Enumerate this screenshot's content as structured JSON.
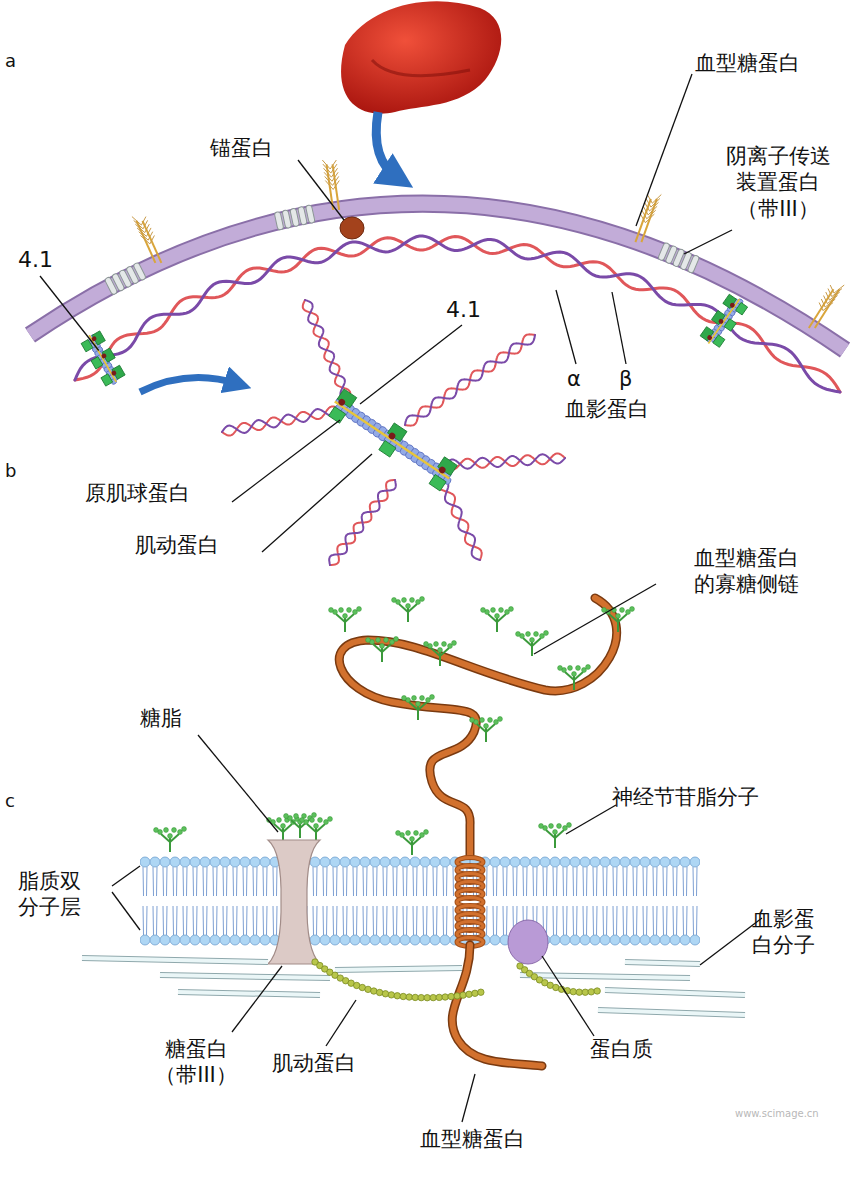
{
  "diagram": {
    "labels": [
      "a",
      "锚蛋白",
      "血型糖蛋白",
      "阴离子传送 装置蛋白 （带III）",
      "4.1",
      "4.1",
      "α",
      "β",
      "血影蛋白",
      "b",
      "原肌球蛋白",
      "肌动蛋白",
      "血型糖蛋白 的寡糖侧链",
      "糖脂",
      "c",
      "神经节苷脂分子",
      "脂质双 分子层",
      "血影蛋 白分子",
      "糖蛋白 （带III）",
      "肌动蛋白",
      "蛋白质",
      "血型糖蛋白",
      "www.scimage.cn"
    ]
  }
}
